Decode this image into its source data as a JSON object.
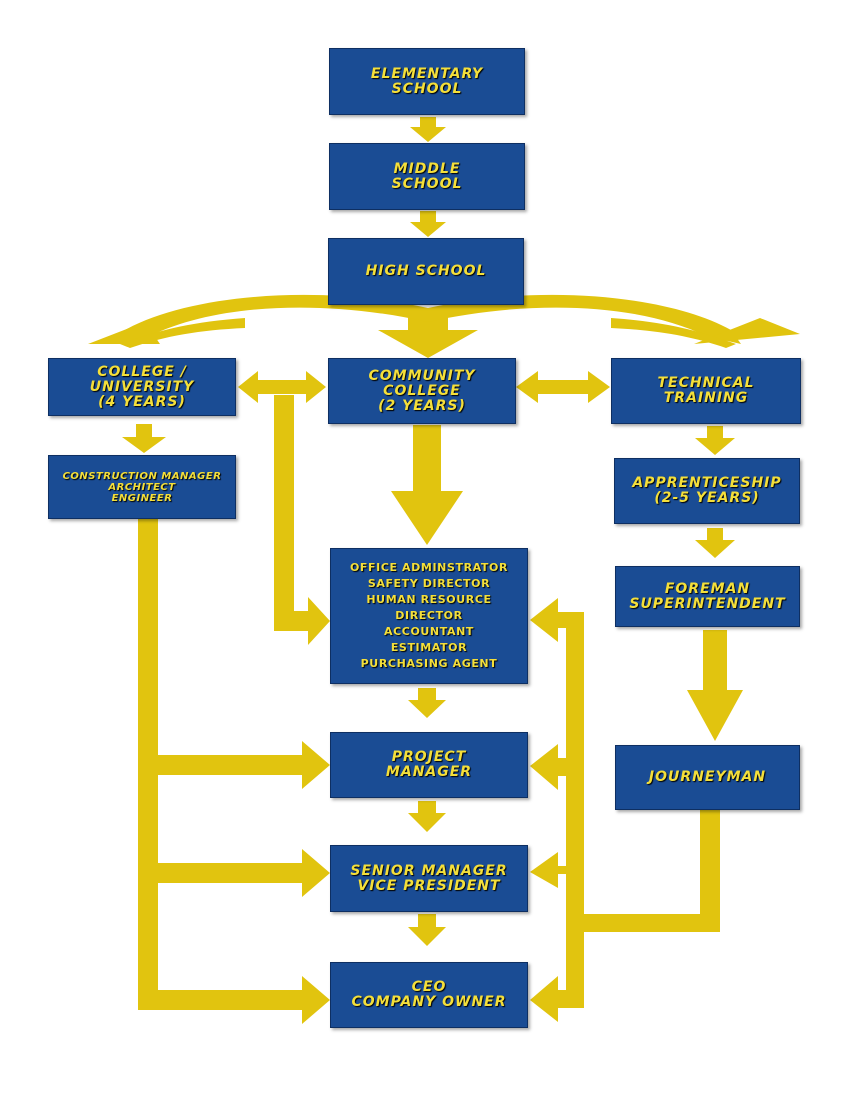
{
  "colors": {
    "box": "#1a4c94",
    "arrow": "#e1c40f",
    "text": "#f4df3a"
  },
  "boxes": {
    "elementary": [
      "ELEMENTARY",
      "SCHOOL"
    ],
    "middle": [
      "MIDDLE",
      "SCHOOL"
    ],
    "high": [
      "HIGH SCHOOL"
    ],
    "college": [
      "COLLEGE /",
      "UNIVERSITY",
      "(4 YEARS)"
    ],
    "community": [
      "COMMUNITY",
      "COLLEGE",
      "(2 YEARS)"
    ],
    "technical": [
      "TECHNICAL",
      "TRAINING"
    ],
    "construction": [
      "CONSTRUCTION MANAGER",
      "ARCHITECT",
      "ENGINEER"
    ],
    "apprenticeship": [
      "APPRENTICESHIP",
      "(2-5 YEARS)"
    ],
    "office": [
      "OFFICE ADMINSTRATOR",
      "SAFETY DIRECTOR",
      "HUMAN RESOURCE",
      "DIRECTOR",
      "ACCOUNTANT",
      "ESTIMATOR",
      "PURCHASING AGENT"
    ],
    "foreman": [
      "FOREMAN",
      "SUPERINTENDENT"
    ],
    "project_manager": [
      "PROJECT",
      "MANAGER"
    ],
    "journeyman": [
      "JOURNEYMAN"
    ],
    "senior_manager": [
      "SENIOR MANAGER",
      "VICE PRESIDENT"
    ],
    "ceo": [
      "CEO",
      "COMPANY OWNER"
    ]
  }
}
